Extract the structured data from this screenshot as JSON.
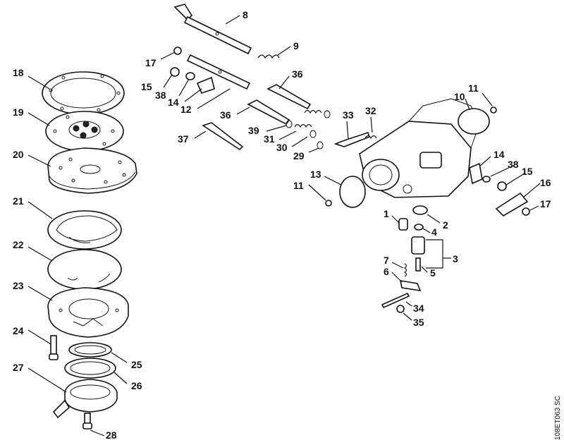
{
  "labels": {
    "l1": "1",
    "l2": "2",
    "l3": "3",
    "l4": "4",
    "l5": "5",
    "l6": "6",
    "l7": "7",
    "l8": "8",
    "l9": "9",
    "l10": "10",
    "l11a": "11",
    "l11b": "11",
    "l12": "12",
    "l13": "13",
    "l14a": "14",
    "l14b": "14",
    "l15a": "15",
    "l15b": "15",
    "l16": "16",
    "l17a": "17",
    "l17b": "17",
    "l18": "18",
    "l19": "19",
    "l20": "20",
    "l21": "21",
    "l22": "22",
    "l23": "23",
    "l24": "24",
    "l25": "25",
    "l26": "26",
    "l27": "27",
    "l28": "28",
    "l29": "29",
    "l30": "30",
    "l31": "31",
    "l32": "32",
    "l33": "33",
    "l34": "34",
    "l35": "35",
    "l36a": "36",
    "l36b": "36",
    "l37": "37",
    "l38a": "38",
    "l38b": "38",
    "l39": "39"
  },
  "drawing_code": "108ET063 SC"
}
